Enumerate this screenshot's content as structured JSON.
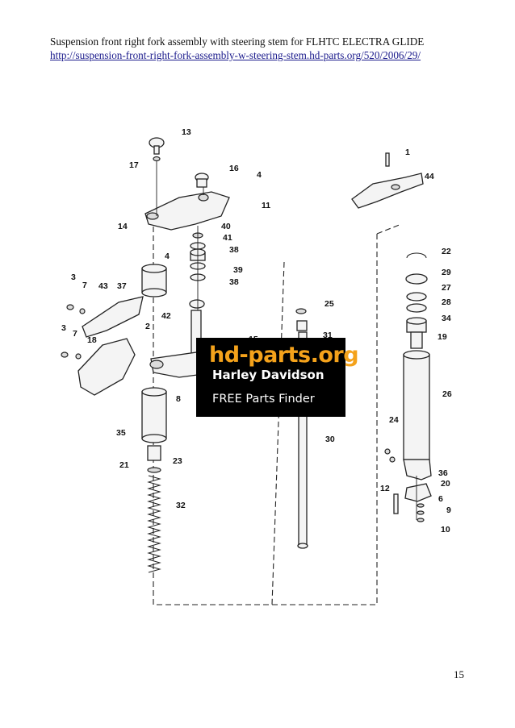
{
  "document": {
    "title": "Suspension front right fork assembly with steering stem  for FLHTC ELECTRA GLIDE",
    "url": "http://suspension-front-right-fork-assembly-w-steering-stem.hd-parts.org/520/2006/29/",
    "page_number": "15"
  },
  "banner": {
    "brand": "hd-parts.org",
    "line1": "Harley Davidson",
    "line2": "FREE Parts Finder",
    "background_color": "#000000",
    "brand_color": "#f4a21b"
  },
  "diagram": {
    "callouts": [
      "13",
      "17",
      "16",
      "4",
      "1",
      "44",
      "11",
      "14",
      "40",
      "41",
      "38",
      "39",
      "38",
      "4",
      "22",
      "29",
      "27",
      "28",
      "34",
      "19",
      "37",
      "3",
      "7",
      "43",
      "42",
      "25",
      "31",
      "15",
      "2",
      "3",
      "7",
      "18",
      "8",
      "35",
      "26",
      "24",
      "30",
      "21",
      "23",
      "36",
      "12",
      "20",
      "6",
      "9",
      "32",
      "10"
    ]
  }
}
